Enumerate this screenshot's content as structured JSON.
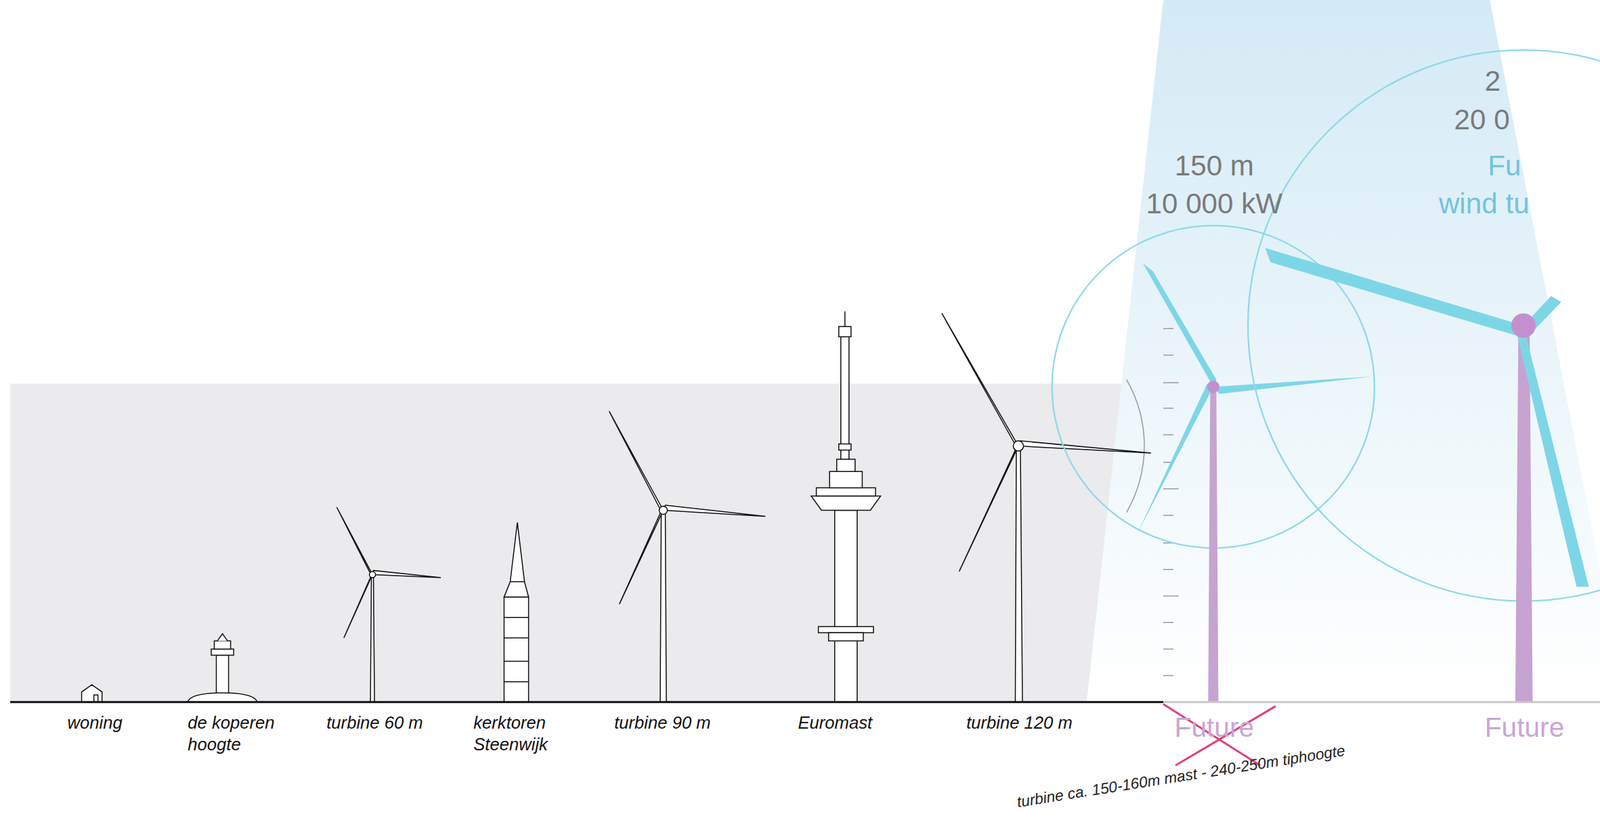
{
  "diagram": {
    "labels": [
      "woning",
      "de koperen hoogte",
      "turbine 60 m",
      "kerktoren Steenwijk",
      "turbine 90 m",
      "Euromast",
      "turbine 120 m",
      "Future",
      "turbine ca. 150-160m mast - 240-250m tiphoogte",
      "Future",
      "150 m",
      "10 000 kW",
      "2",
      "20 0",
      "Fu",
      "wind tu"
    ]
  }
}
